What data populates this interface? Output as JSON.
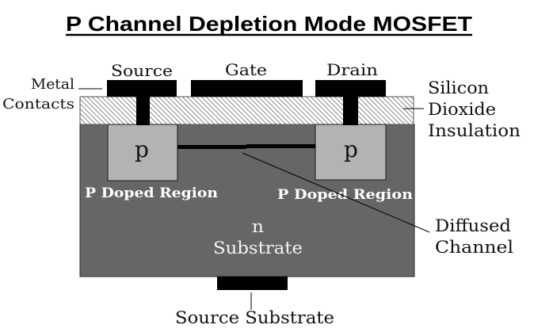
{
  "title": "P Channel Depletion Mode MOSFET",
  "terminals": {
    "source": "Source",
    "gate": "Gate",
    "drain": "Drain",
    "source_substrate": "Source Substrate"
  },
  "labels": {
    "metal_contacts": [
      "Metal",
      "Contacts"
    ],
    "silicon_dioxide": [
      "Silicon",
      "Dioxide",
      "Insulation"
    ],
    "diffused_channel": [
      "Diffused",
      "Channel"
    ],
    "p_doped_region_left": "P Doped Region",
    "p_doped_region_right": "P Doped Region",
    "p_left": "p",
    "p_right": "p",
    "substrate": [
      "n",
      "Substrate"
    ]
  },
  "colors": {
    "metal": "#000000",
    "substrate": "#666666",
    "p_region": "#b3b3b3",
    "oxide_background": "#ffffff",
    "oxide_hatch": "#8c8c8c",
    "channel": "#000000"
  }
}
